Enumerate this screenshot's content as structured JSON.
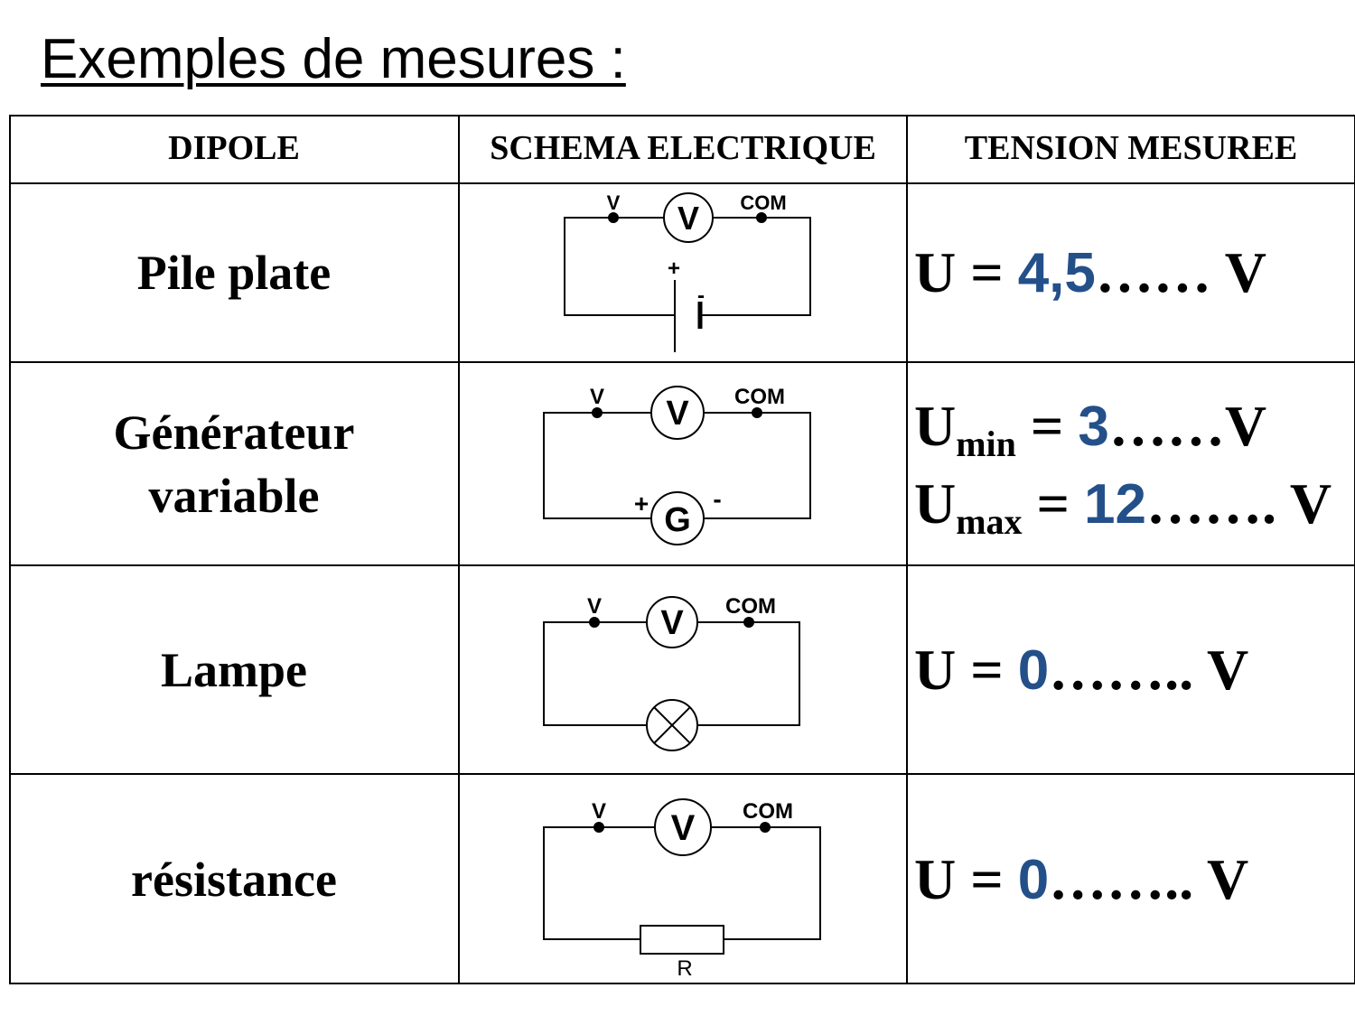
{
  "title": "Exemples de mesures :",
  "headers": [
    "DIPOLE",
    "SCHEMA ELECTRIQUE",
    "TENSION MESUREE"
  ],
  "rows": [
    {
      "dipole": "Pile plate",
      "answer": {
        "prefix": "U = ",
        "dots": "……",
        "value": "4,5",
        "unit": " V"
      }
    },
    {
      "dipole": [
        "Générateur",
        "variable"
      ],
      "answers": [
        {
          "symbol": "U",
          "sub": "min",
          "eq": " = ",
          "dots": "……",
          "value": "3",
          "unit": "V"
        },
        {
          "symbol": "U",
          "sub": "max",
          "eq": " = ",
          "dots": "…….",
          "value": "12",
          "unit": " V"
        }
      ]
    },
    {
      "dipole": "Lampe",
      "answer": {
        "prefix": "U = ",
        "dots": "……..",
        "value": "0",
        "unit": " V"
      }
    },
    {
      "dipole": "résistance",
      "answer": {
        "prefix": "U = ",
        "dots": "……..",
        "value": "0",
        "unit": " V"
      }
    }
  ],
  "circuit_labels": {
    "v_terminal": "V",
    "com_terminal": "COM",
    "voltmeter": "V",
    "generator": "G",
    "plus": "+",
    "minus": "-",
    "resistor": "R"
  },
  "colors": {
    "answer": "#24508a"
  }
}
